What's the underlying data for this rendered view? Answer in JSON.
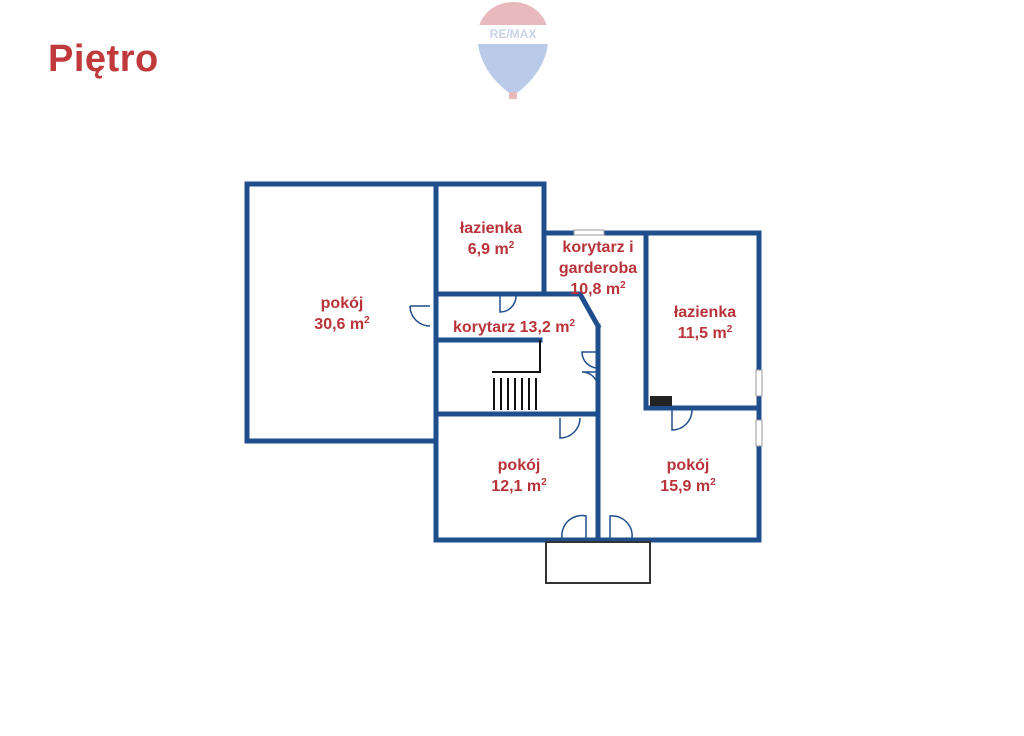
{
  "title": "Piętro",
  "logo_text": "RE/MAX",
  "unit": "m",
  "unit_sup": "2",
  "colors": {
    "title": "#c0393b",
    "walls": "#1f4e8c",
    "labels": "#b8333a",
    "logo_red": "#e8b9bd",
    "logo_blue": "#b9cbe8",
    "balcony": "#333333"
  },
  "rooms": [
    {
      "id": "pokoj-1",
      "name": "pokój",
      "area": "30,6"
    },
    {
      "id": "lazienka-1",
      "name": "łazienka",
      "area": "6,9"
    },
    {
      "id": "korytarz-garderoba",
      "name": "korytarz i",
      "name2": "garderoba",
      "area": "10,8"
    },
    {
      "id": "lazienka-2",
      "name": "łazienka",
      "area": "11,5"
    },
    {
      "id": "korytarz",
      "name": "korytarz",
      "area": "13,2"
    },
    {
      "id": "pokoj-2",
      "name": "pokój",
      "area": "12,1"
    },
    {
      "id": "pokoj-3",
      "name": "pokój",
      "area": "15,9"
    }
  ]
}
